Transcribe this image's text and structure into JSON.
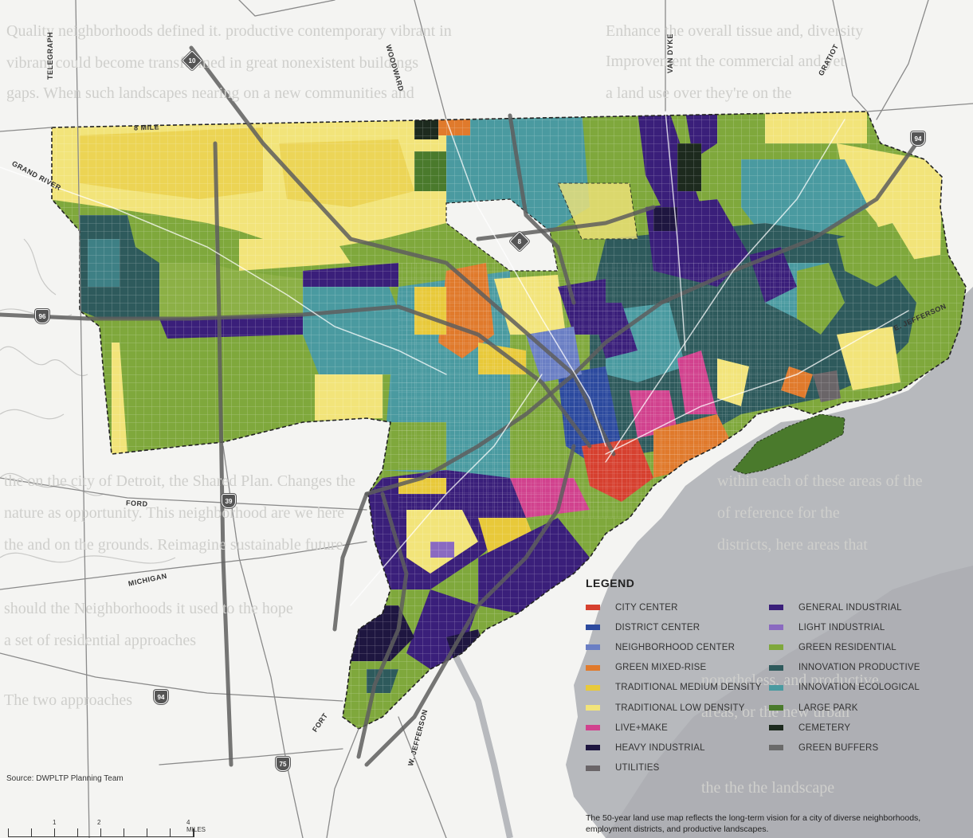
{
  "legend": {
    "title": "LEGEND",
    "left_items": [
      {
        "label": "CITY CENTER",
        "color": "#d6402f"
      },
      {
        "label": "DISTRICT CENTER",
        "color": "#2c4a9e"
      },
      {
        "label": "NEIGHBORHOOD CENTER",
        "color": "#6b7fc4"
      },
      {
        "label": "GREEN MIXED-RISE",
        "color": "#e07a2c"
      },
      {
        "label": "TRADITIONAL MEDIUM DENSITY",
        "color": "#e8c93a"
      },
      {
        "label": "TRADITIONAL LOW DENSITY",
        "color": "#f2e47a"
      },
      {
        "label": "LIVE+MAKE",
        "color": "#d1428e"
      },
      {
        "label": "HEAVY INDUSTRIAL",
        "color": "#1e1640"
      },
      {
        "label": "UTILITIES",
        "color": "#6a6568"
      }
    ],
    "right_items": [
      {
        "label": "GENERAL INDUSTRIAL",
        "color": "#3a1f7a"
      },
      {
        "label": "LIGHT INDUSTRIAL",
        "color": "#8a6ac0"
      },
      {
        "label": "GREEN RESIDENTIAL",
        "color": "#7fa83c"
      },
      {
        "label": "INNOVATION PRODUCTIVE",
        "color": "#2e5a5c"
      },
      {
        "label": "INNOVATION ECOLOGICAL",
        "color": "#4a9aa0"
      },
      {
        "label": "LARGE PARK",
        "color": "#4a7a2c"
      },
      {
        "label": "CEMETERY",
        "color": "#1d2a1e"
      },
      {
        "label": "GREEN BUFFERS",
        "color": "#6a6a6a"
      }
    ]
  },
  "caption": "The 50-year land use map reflects the long-term vision for a city of diverse neighborhoods, employment districts, and productive landscapes.",
  "source": "Source: DWPLTP Planning Team",
  "scale": {
    "labels": [
      "1",
      "2",
      "4 MILES"
    ]
  },
  "roads": {
    "telegraph": "TELEGRAPH",
    "eight_mile": "8 MILE",
    "grand_river": "GRAND RIVER",
    "woodward": "WOODWARD",
    "van_dyke": "VAN DYKE",
    "gratiot": "GRATIOT",
    "e_jefferson": "E. JEFFERSON",
    "ford": "FORD",
    "michigan": "MICHIGAN",
    "fort": "FORT",
    "w_jefferson": "W. JEFFERSON"
  },
  "shields": {
    "i10": "10",
    "i94_ne": "94",
    "m8": "8",
    "i96": "96",
    "i39": "39",
    "i94_sw": "94",
    "i75": "75"
  },
  "background_text": [
    "Quality neighborhoods defined it. productive contemporary vibrant in",
    "vibrant could become transformed in great nonexistent buildings",
    "gaps. When such landscapes nearing on a new communities and",
    "the on the city of Detroit, the Shared Plan. Changes the",
    "nature as opportunity. This neighborhood are we here",
    "the and on the grounds. Reimagine sustainable future",
    "should the Neighborhoods it used to the hope",
    "a set of residential approaches",
    "The two approaches"
  ],
  "background_text_right": [
    "Enhance the overall tissue and, diversity",
    "Improvement the commercial and yet",
    "a land use over they're on the",
    "within each of these areas of the",
    "of reference for the",
    "districts, here areas that",
    "nonetheless, and productive",
    "areas, or the new urban",
    "the the the landscape"
  ]
}
